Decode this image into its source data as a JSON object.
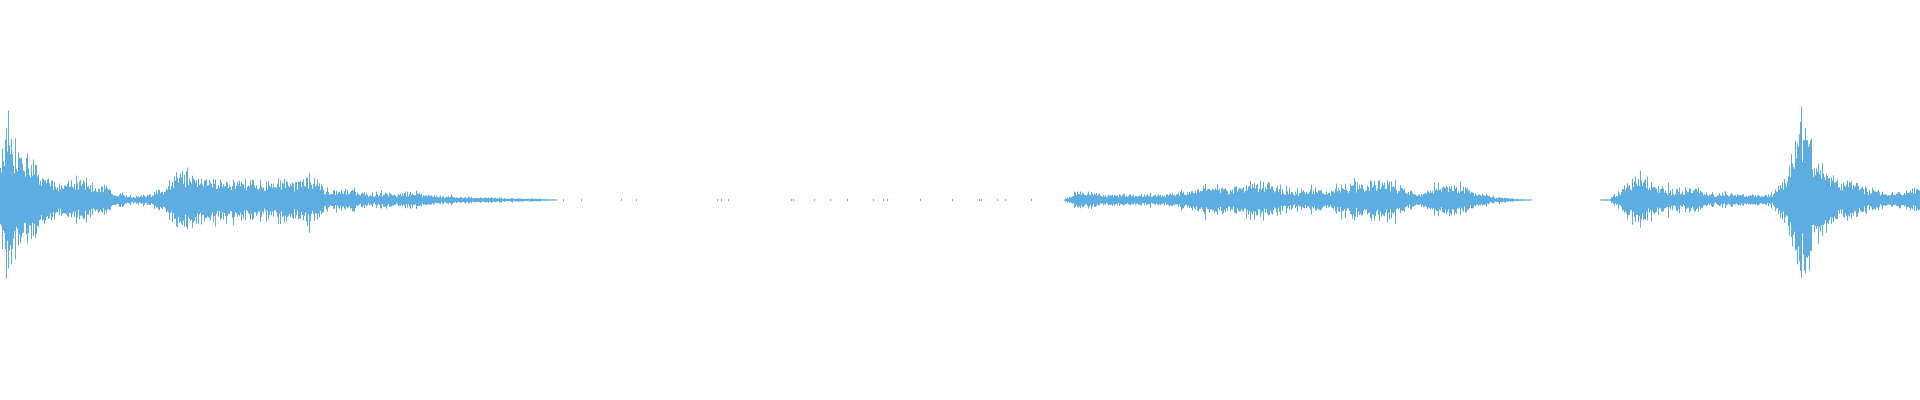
{
  "waveform": {
    "color": "#5DADE2",
    "background": "#FFFFFF",
    "amplitude_envelope": [
      0.28,
      0.31,
      0.22,
      0.11,
      0.09,
      0.11,
      0.09,
      0.07,
      0.04,
      0.02,
      0.025,
      0.06,
      0.15,
      0.13,
      0.11,
      0.11,
      0.11,
      0.09,
      0.08,
      0.12,
      0.09,
      0.13,
      0.06,
      0.06,
      0.05,
      0.03,
      0.04,
      0.03,
      0.05,
      0.025,
      0.02,
      0.018,
      0.016,
      0.014,
      0.012,
      0.01,
      0.008,
      0.005,
      0.002,
      0.002,
      0.002,
      0.002,
      0.002,
      0.002,
      0.002,
      0.002,
      0.002,
      0.002,
      0.002,
      0.002,
      0.002,
      0.002,
      0.002,
      0.002,
      0.002,
      0.002,
      0.002,
      0.002,
      0.002,
      0.002,
      0.002,
      0.002,
      0.002,
      0.002,
      0.002,
      0.002,
      0.002,
      0.002,
      0.002,
      0.002,
      0.002,
      0.002,
      0.002,
      0.05,
      0.04,
      0.03,
      0.03,
      0.03,
      0.03,
      0.03,
      0.04,
      0.06,
      0.08,
      0.06,
      0.08,
      0.1,
      0.09,
      0.05,
      0.05,
      0.06,
      0.04,
      0.08,
      0.09,
      0.1,
      0.11,
      0.06,
      0.03,
      0.06,
      0.08,
      0.07,
      0.04,
      0.02,
      0.01,
      0.005,
      0.002,
      0.002,
      0.002,
      0.002,
      0.002,
      0.005,
      0.08,
      0.15,
      0.08,
      0.06,
      0.05,
      0.06,
      0.03,
      0.04,
      0.03,
      0.025,
      0.03,
      0.15,
      0.43,
      0.2,
      0.14,
      0.1,
      0.07,
      0.05,
      0.04,
      0.05,
      0.06
    ]
  }
}
